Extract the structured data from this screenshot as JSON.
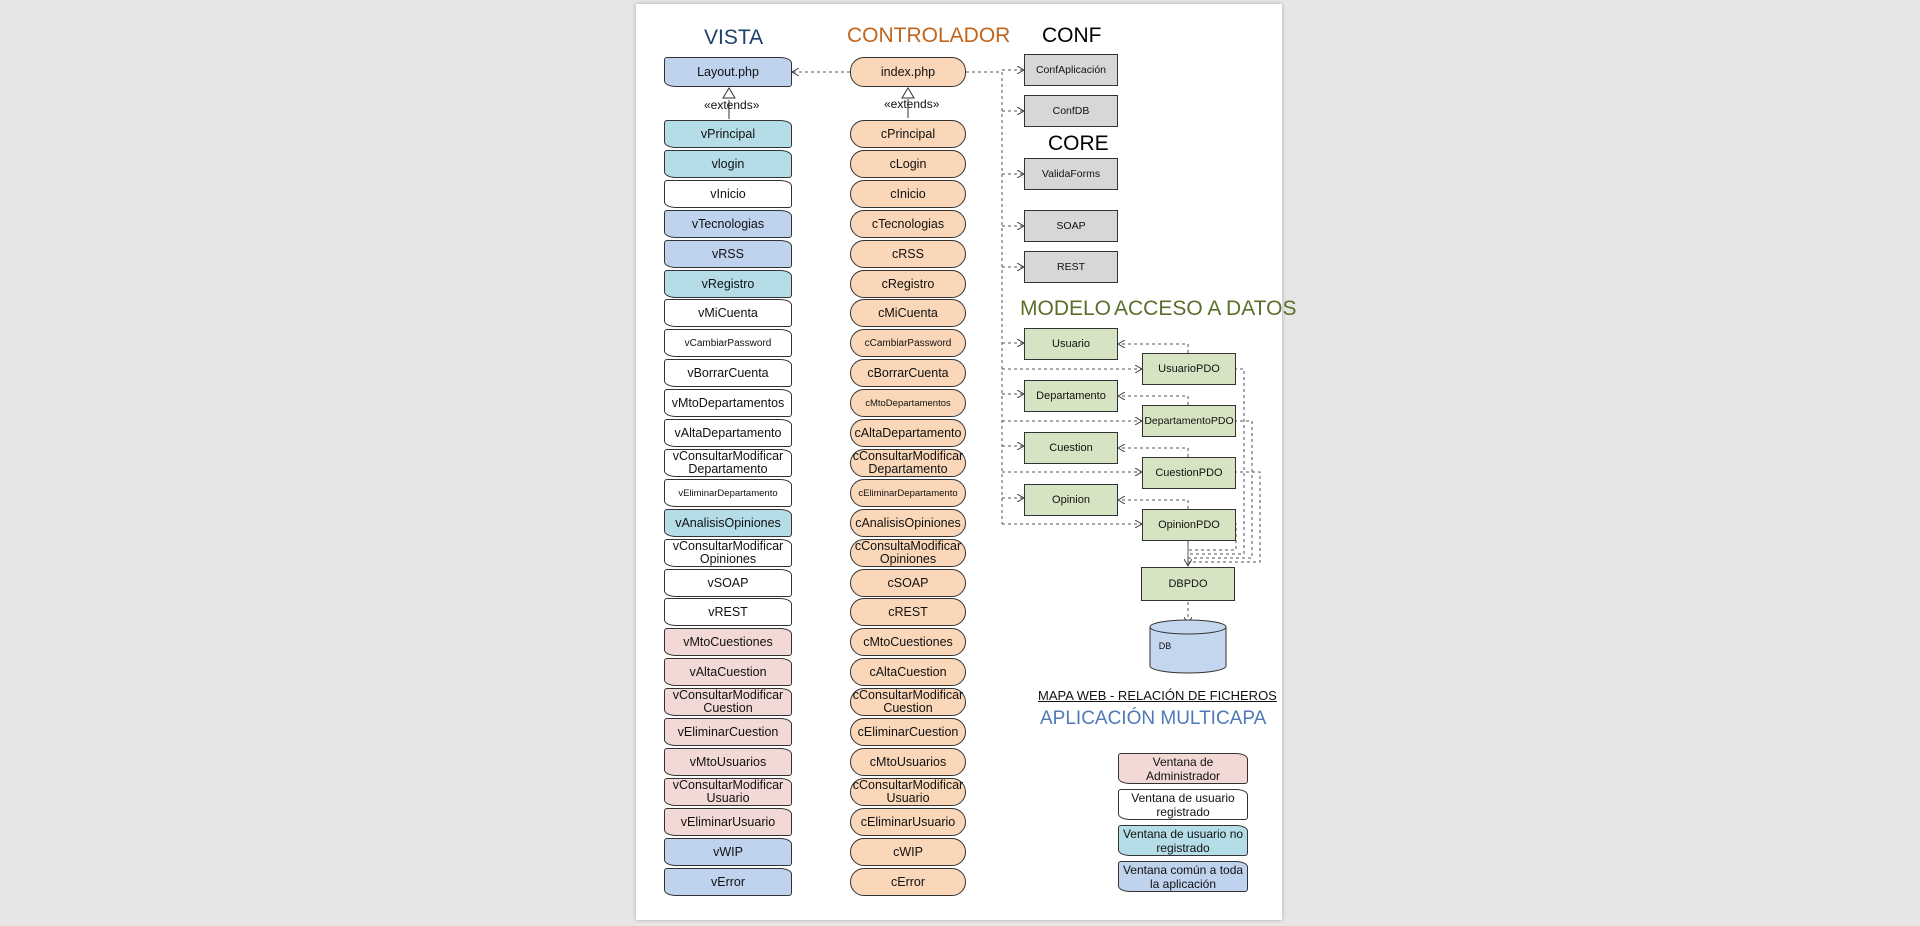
{
  "headings": {
    "vista": "VISTA",
    "controlador": "CONTROLADOR",
    "conf": "CONF",
    "core": "CORE",
    "modelo": "MODELO",
    "acceso": "ACCESO A DATOS"
  },
  "layout": "Layout.php",
  "index": "index.php",
  "extends_label": "«extends»",
  "vistas": [
    {
      "label": "vPrincipal",
      "type": "noreg"
    },
    {
      "label": "vlogin",
      "type": "noreg"
    },
    {
      "label": "vInicio",
      "type": "reg"
    },
    {
      "label": "vTecnologias",
      "type": "comun"
    },
    {
      "label": "vRSS",
      "type": "comun"
    },
    {
      "label": "vRegistro",
      "type": "noreg"
    },
    {
      "label": "vMiCuenta",
      "type": "reg"
    },
    {
      "label": "vCambiarPassword",
      "type": "reg"
    },
    {
      "label": "vBorrarCuenta",
      "type": "reg"
    },
    {
      "label": "vMtoDepartamentos",
      "type": "reg"
    },
    {
      "label": "vAltaDepartamento",
      "type": "reg"
    },
    {
      "label": "vConsultarModificar Departamento",
      "type": "reg"
    },
    {
      "label": "vEliminarDepartamento",
      "type": "reg"
    },
    {
      "label": "vAnalisisOpiniones",
      "type": "noreg"
    },
    {
      "label": "vConsultarModificar Opiniones",
      "type": "reg"
    },
    {
      "label": "vSOAP",
      "type": "reg"
    },
    {
      "label": "vREST",
      "type": "reg"
    },
    {
      "label": "vMtoCuestiones",
      "type": "admin"
    },
    {
      "label": "vAltaCuestion",
      "type": "admin"
    },
    {
      "label": "vConsultarModificar Cuestion",
      "type": "admin"
    },
    {
      "label": "vEliminarCuestion",
      "type": "admin"
    },
    {
      "label": "vMtoUsuarios",
      "type": "admin"
    },
    {
      "label": "vConsultarModificar Usuario",
      "type": "admin"
    },
    {
      "label": "vEliminarUsuario",
      "type": "admin"
    },
    {
      "label": "vWIP",
      "type": "comun"
    },
    {
      "label": "vError",
      "type": "comun"
    }
  ],
  "controladores": [
    "cPrincipal",
    "cLogin",
    "cInicio",
    "cTecnologias",
    "cRSS",
    "cRegistro",
    "cMiCuenta",
    "cCambiarPassword",
    "cBorrarCuenta",
    "cMtoDepartamentos",
    "cAltaDepartamento",
    "cConsultarModificar Departamento",
    "cEliminarDepartamento",
    "cAnalisisOpiniones",
    "cConsultaModificar Opiniones",
    "cSOAP",
    "cREST",
    "cMtoCuestiones",
    "cAltaCuestion",
    "cConsultarModificar Cuestion",
    "cEliminarCuestion",
    "cMtoUsuarios",
    "cConsultarModificar Usuario",
    "cEliminarUsuario",
    "cWIP",
    "cError"
  ],
  "conf_items": [
    "ConfAplicación",
    "ConfDB"
  ],
  "core_items": [
    "ValidaForms",
    "SOAP",
    "REST"
  ],
  "modelo_items": [
    "Usuario",
    "Departamento",
    "Cuestion",
    "Opinion"
  ],
  "pdo_items": [
    "UsuarioPDO",
    "DepartamentoPDO",
    "CuestionPDO",
    "OpinionPDO"
  ],
  "dbpdo": "DBPDO",
  "db": "DB",
  "mapa_title": "MAPA WEB - RELACIÓN DE FICHEROS",
  "app_title": "APLICACIÓN MULTICAPA",
  "legend": [
    {
      "label": "Ventana de Administrador",
      "type": "admin"
    },
    {
      "label": "Ventana de usuario registrado",
      "type": "reg"
    },
    {
      "label": "Ventana de usuario no registrado",
      "type": "noreg"
    },
    {
      "label": "Ventana común a toda la aplicación",
      "type": "comun"
    }
  ],
  "colors": {
    "admin": "#f2d9d6",
    "registrado": "#ffffff",
    "no_registrado": "#b5dde8",
    "comun": "#bfd3ee",
    "controlador": "#fad7b8",
    "conf_core": "#d7d7d7",
    "modelo": "#d7e4c3",
    "db": "#c5d6ef"
  }
}
